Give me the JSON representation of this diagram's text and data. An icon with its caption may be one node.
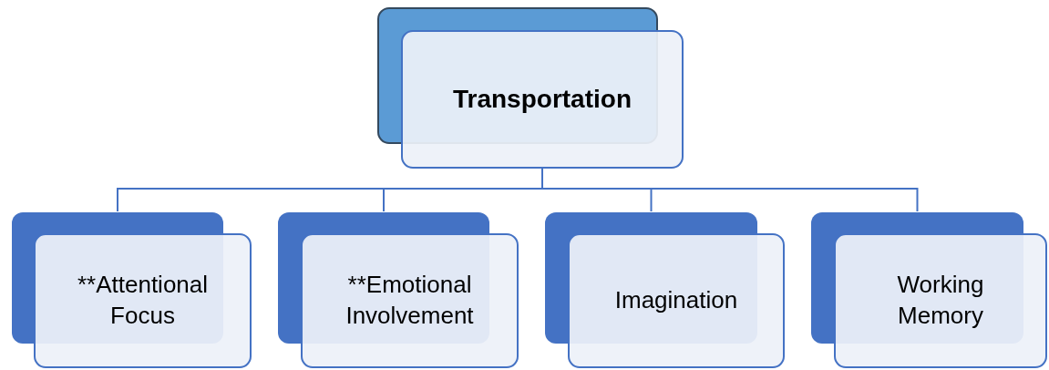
{
  "diagram": {
    "nodes": [
      {
        "text": [
          "Transportation"
        ]
      },
      {
        "text": [
          "**Attentional Focus"
        ]
      },
      {
        "text": [
          "**Emotional Involvement"
        ]
      },
      {
        "text": [
          "Imagination"
        ]
      },
      {
        "text": [
          "Working Memory"
        ]
      }
    ],
    "edges": [
      {
        "from": 0,
        "to": 1,
        "arrow": "none"
      },
      {
        "from": 0,
        "to": 2,
        "arrow": "none"
      },
      {
        "from": 0,
        "to": 3,
        "arrow": "none"
      },
      {
        "from": 0,
        "to": 4,
        "arrow": "none"
      }
    ]
  }
}
